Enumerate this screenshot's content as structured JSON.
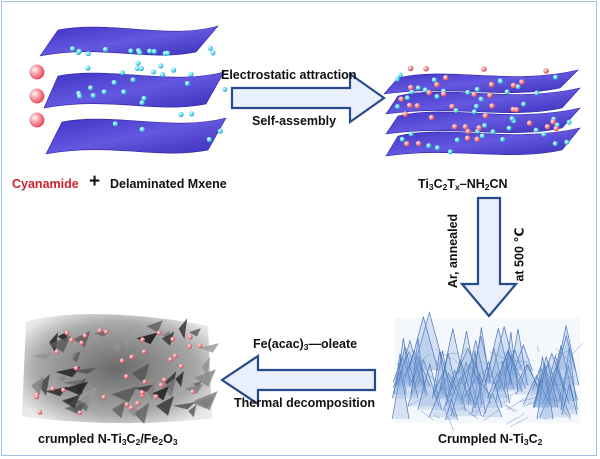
{
  "reagent_left": "Cyanamide",
  "plus": "+",
  "reagent_right": "Delaminated Mxene",
  "step1_top": "Electrostatic attraction",
  "step1_bottom": "Self-assembly",
  "intermediate": {
    "a": "Ti",
    "b": "3",
    "c": "C",
    "d": "2",
    "e": "T",
    "f": "x",
    "g": "–NH",
    "h": "2",
    "i": "CN"
  },
  "step2_left": "Ar, annealed",
  "step2_right": "at 500 ℃",
  "crumpled": {
    "a": "Crumpled N-Ti",
    "b": "3",
    "c": "C",
    "d": "2"
  },
  "step3_top": "Fe(acac)",
  "step3_top_sub": "3",
  "step3_top_rest": "—oleate",
  "step3_bottom": "Thermal decomposition",
  "product": {
    "a": "crumpled N-Ti",
    "b": "3",
    "c": "C",
    "d": "2",
    "e": "/Fe",
    "f": "2",
    "g": "O",
    "h": "3"
  },
  "colors": {
    "sheet": "#5b4fd6",
    "sheet_dark": "#2e25a6",
    "sphere_blue": "#6fe0f2",
    "sphere_red": "#f07f86",
    "arrow_fill": "#e9f0fb",
    "arrow_stroke": "#284a8c",
    "cyanamide_red": "#d0202a",
    "crumpled_blue": "#4e79b8"
  }
}
